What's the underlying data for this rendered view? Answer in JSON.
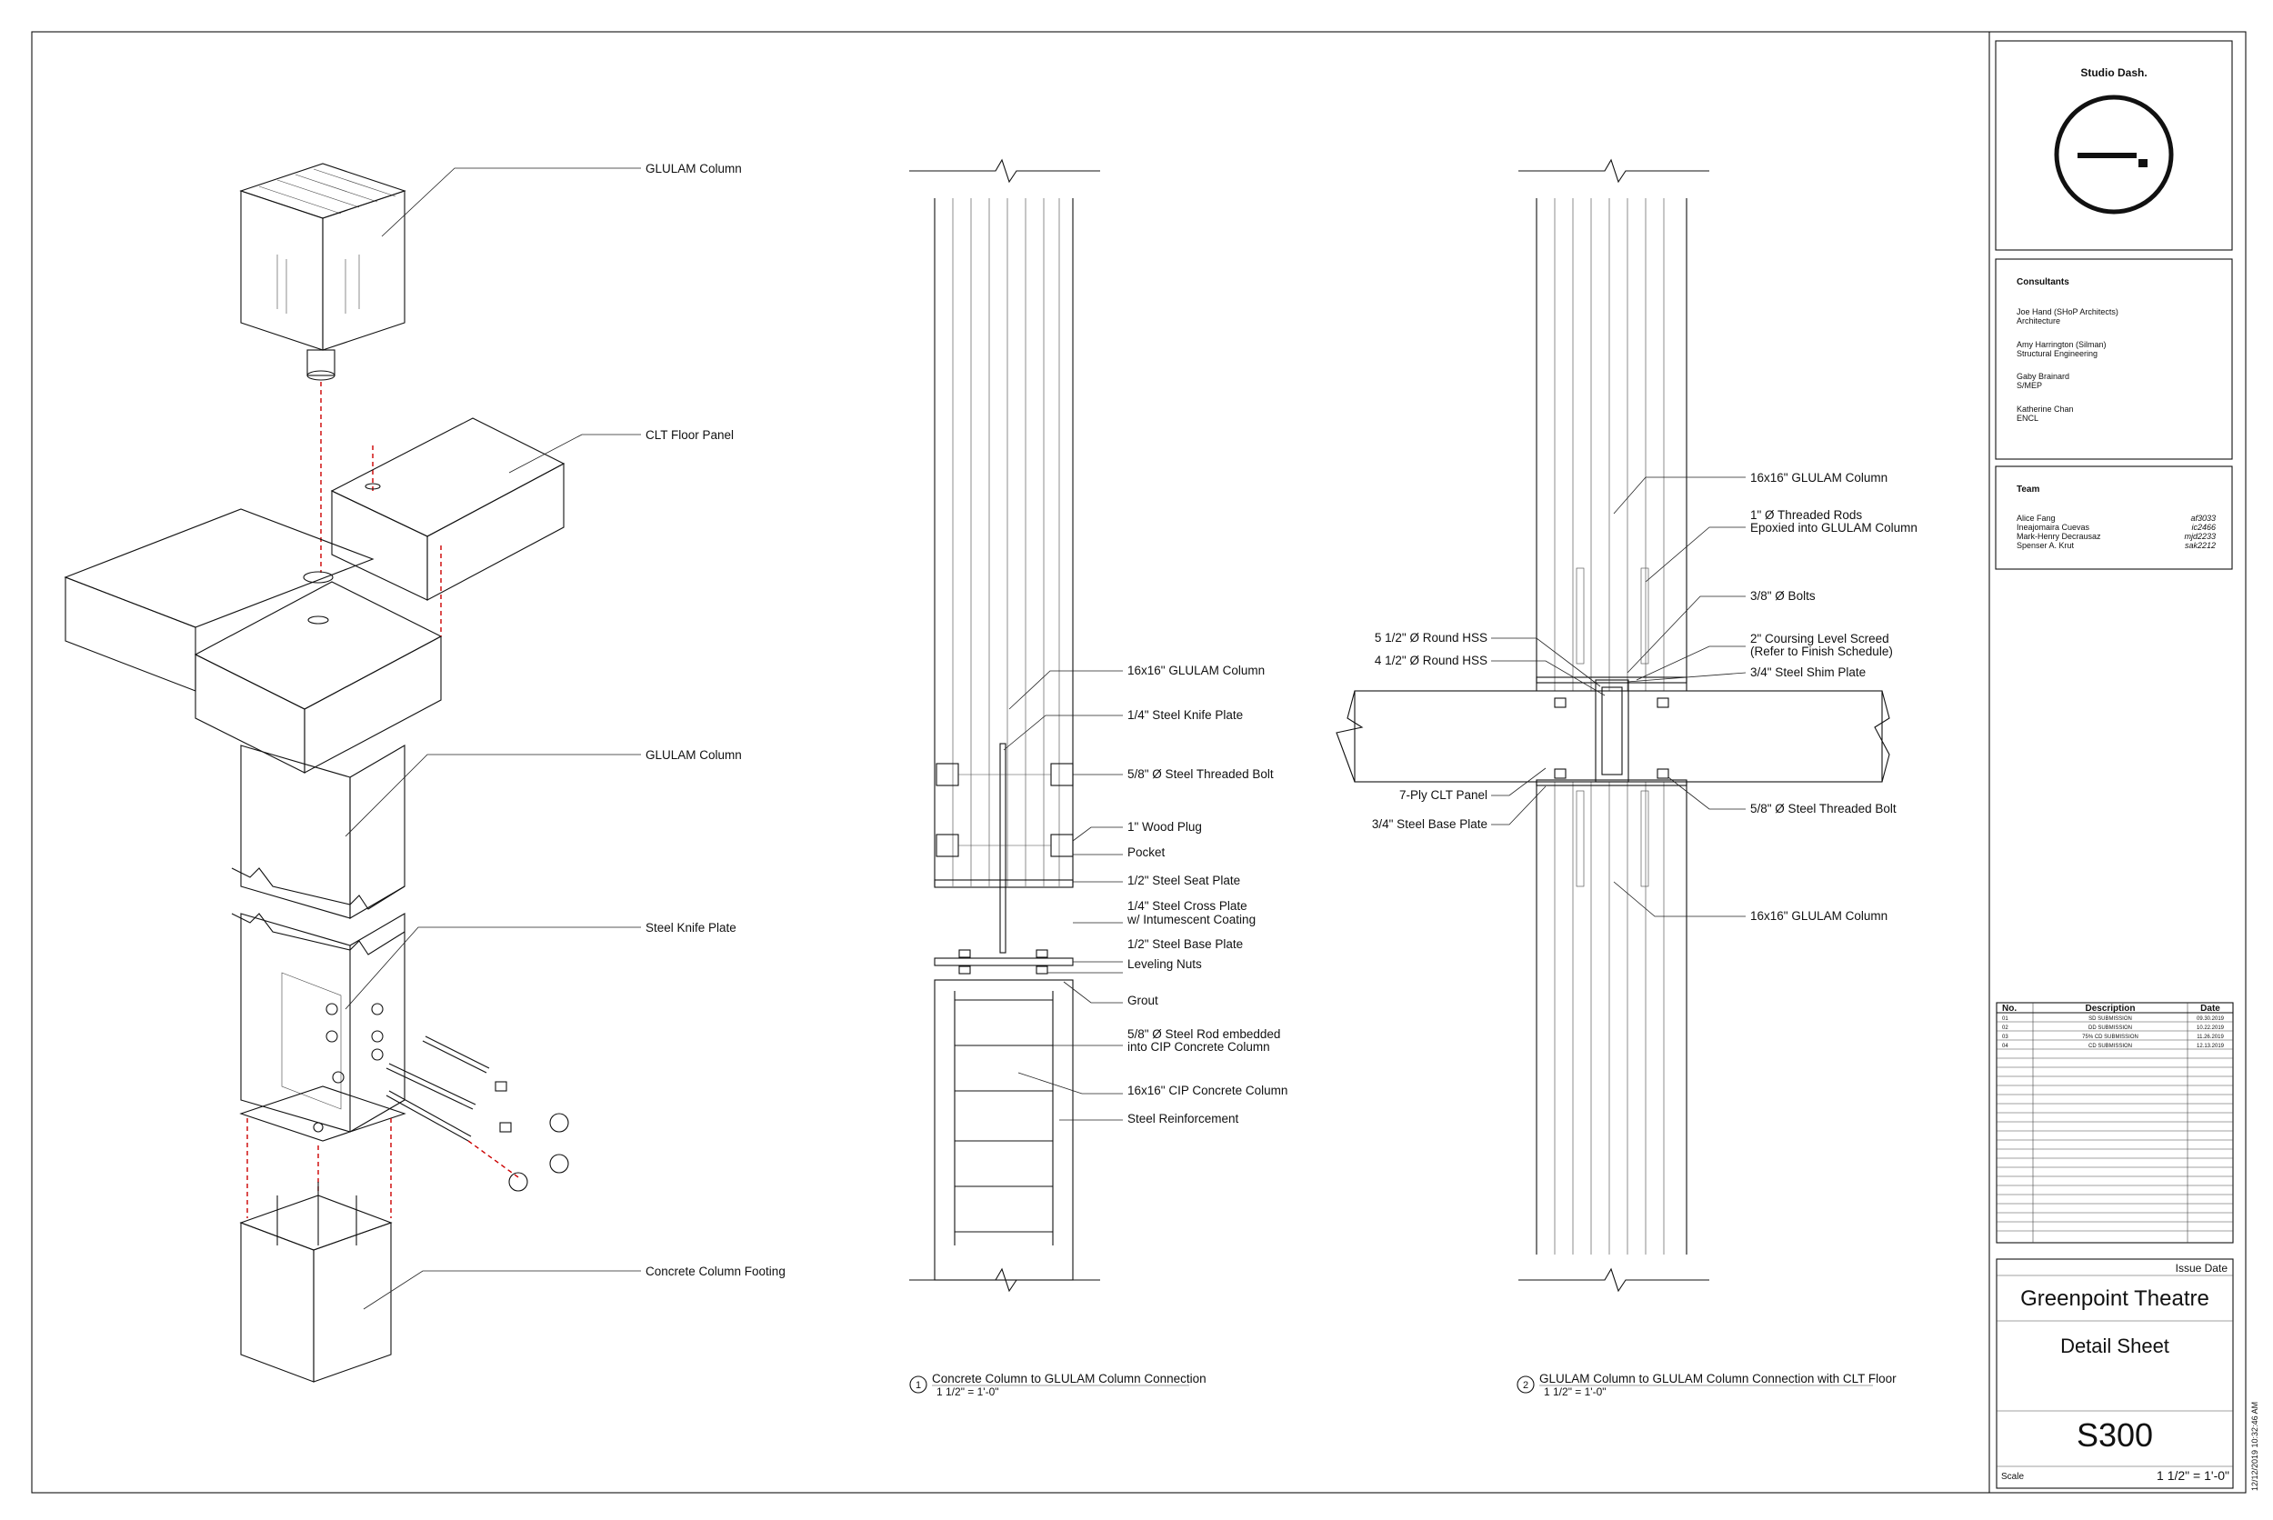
{
  "title_block": {
    "firm": "Studio Dash.",
    "consultants_heading": "Consultants",
    "consultants": [
      {
        "name": "Joe Hand (SHoP Architects)",
        "role": "Architecture"
      },
      {
        "name": "Amy Harrington (Silman)",
        "role": "Structural Engineering"
      },
      {
        "name": "Gaby Brainard",
        "role": "S/MEP"
      },
      {
        "name": "Katherine Chan",
        "role": "ENCL"
      }
    ],
    "team_heading": "Team",
    "team": [
      {
        "name": "Alice Fang",
        "id": "af3033"
      },
      {
        "name": "Ineajomaira Cuevas",
        "id": "ic2466"
      },
      {
        "name": "Mark-Henry Decrausaz",
        "id": "mjd2233"
      },
      {
        "name": "Spenser A. Krut",
        "id": "sak2212"
      }
    ],
    "revision_headers": {
      "no": "No.",
      "description": "Description",
      "date": "Date"
    },
    "revisions": [
      {
        "no": "01",
        "description": "SD SUBMISSION",
        "date": "09.30.2019"
      },
      {
        "no": "02",
        "description": "DD SUBMISSION",
        "date": "10.22.2019"
      },
      {
        "no": "03",
        "description": "75% CD SUBMISSION",
        "date": "11.26.2019"
      },
      {
        "no": "04",
        "description": "CD SUBMISSION",
        "date": "12.13.2019"
      }
    ],
    "issue_date_label": "Issue Date",
    "project": "Greenpoint Theatre",
    "sheet_title": "Detail Sheet",
    "sheet_number": "S300",
    "scale_label": "Scale",
    "scale_value": "1 1/2\" = 1'-0\"",
    "timestamp": "12/12/2019 10:32:46 AM"
  },
  "axon_labels": [
    "GLULAM Column",
    "CLT Floor Panel",
    "GLULAM Column",
    "Steel Knife Plate",
    "Concrete Column Footing"
  ],
  "detail1": {
    "number": "1",
    "title": "Concrete Column to GLULAM Column Connection",
    "scale": "1 1/2\" = 1'-0\"",
    "labels": [
      "16x16\" GLULAM Column",
      "1/4\" Steel Knife Plate",
      "5/8\" Ø Steel Threaded Bolt",
      "1\" Wood Plug",
      "Pocket",
      "1/2\" Steel Seat Plate",
      "1/4\" Steel Cross Plate",
      "w/ Intumescent Coating",
      "1/2\" Steel Base Plate",
      "Leveling Nuts",
      "Grout",
      "5/8\" Ø Steel Rod embedded",
      "into CIP Concrete Column",
      "16x16\" CIP Concrete Column",
      "Steel Reinforcement"
    ]
  },
  "detail2": {
    "number": "2",
    "title": "GLULAM Column to GLULAM Column Connection with CLT Floor",
    "scale": "1 1/2\" = 1'-0\"",
    "right_labels": [
      "16x16\" GLULAM Column",
      "1\" Ø Threaded Rods",
      "Epoxied into GLULAM Column",
      "3/8\" Ø Bolts",
      "2\" Coursing Level Screed",
      "(Refer to Finish Schedule)",
      "3/4\" Steel Shim Plate",
      "5/8\" Ø Steel Threaded Bolt",
      "16x16\" GLULAM Column"
    ],
    "left_labels": [
      "5 1/2\" Ø Round HSS",
      "4 1/2\" Ø Round HSS",
      "7-Ply CLT Panel",
      "3/4\" Steel Base Plate"
    ]
  }
}
